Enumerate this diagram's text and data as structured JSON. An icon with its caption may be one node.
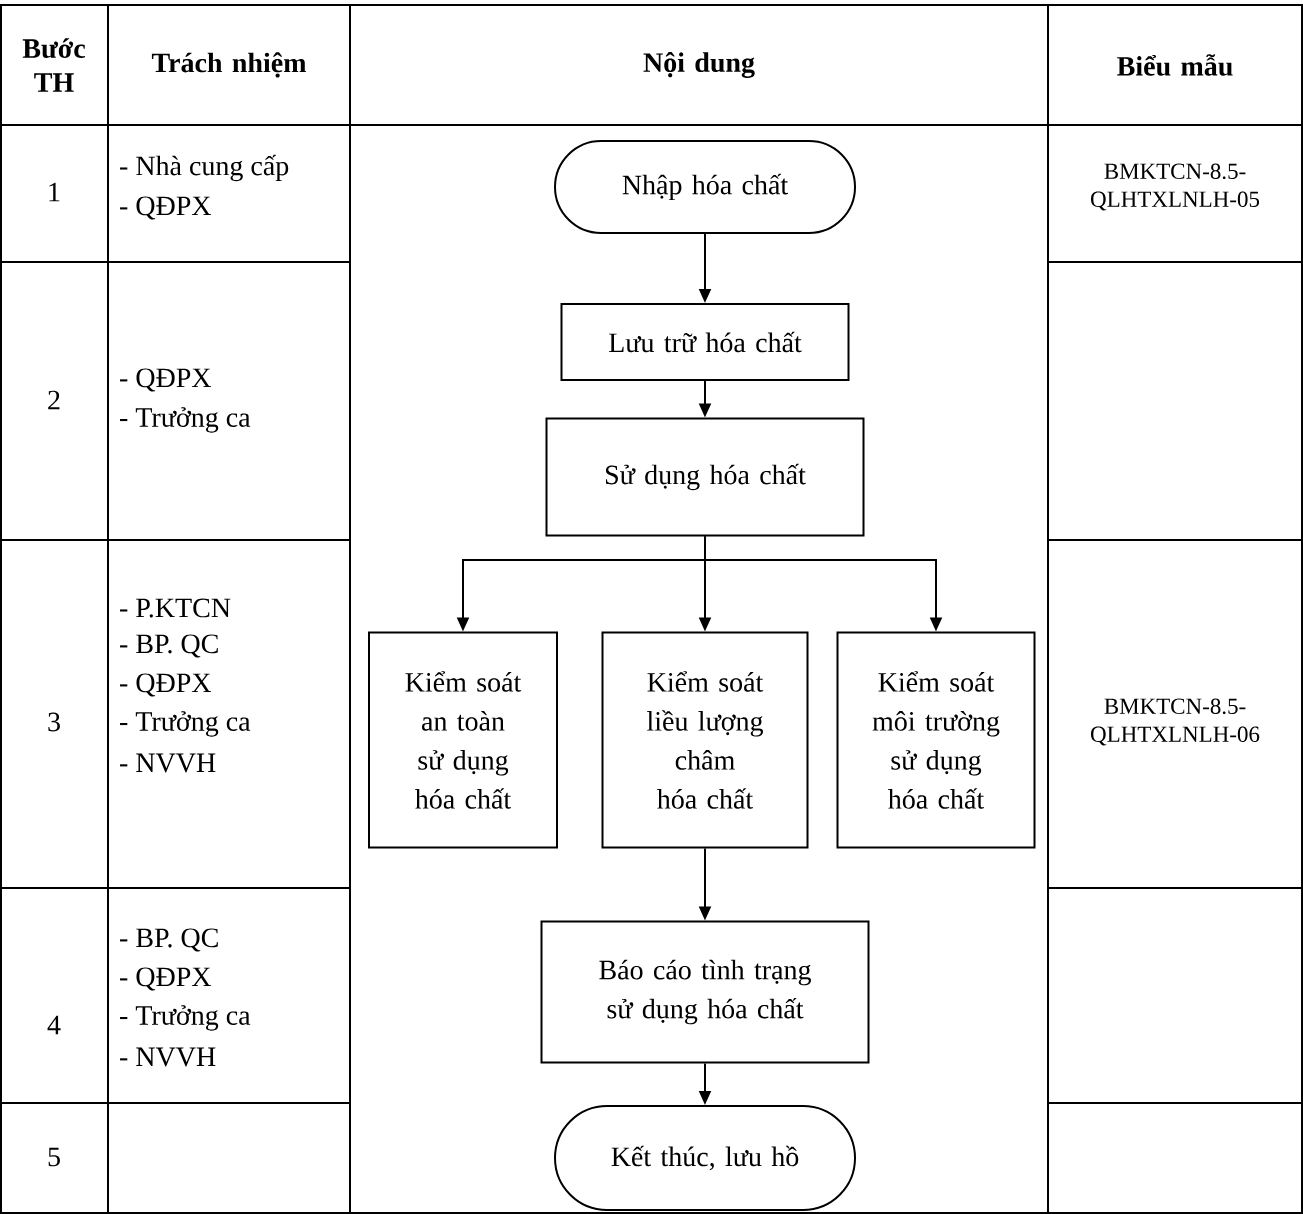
{
  "diagram": {
    "nodes": [
      {
        "text": [
          "Nhập hóa chất"
        ]
      },
      {
        "text": [
          "Lưu trữ hóa chất"
        ]
      },
      {
        "text": [
          "Sử dụng hóa chất"
        ]
      },
      {
        "text": [
          "Kiểm soát an toàn sử dụng hóa chất"
        ]
      },
      {
        "text": [
          "Kiểm soát liều lượng châm hóa chất"
        ]
      },
      {
        "text": [
          "Kiểm soát môi trường sử dụng hóa chất"
        ]
      },
      {
        "text": [
          "Báo cáo tình trạng sử dụng hóa chất"
        ]
      },
      {
        "text": [
          "Kết thúc, lưu hồ"
        ]
      }
    ],
    "edges": [
      {
        "from": 0,
        "to": 1,
        "arrow": "to"
      },
      {
        "from": 1,
        "to": 2,
        "arrow": "to"
      },
      {
        "from": 2,
        "to": 3,
        "arrow": "to"
      },
      {
        "from": 2,
        "to": 4,
        "arrow": "to"
      },
      {
        "from": 2,
        "to": 5,
        "arrow": "to"
      },
      {
        "from": 4,
        "to": 6,
        "arrow": "to"
      },
      {
        "from": 6,
        "to": 7,
        "arrow": "to"
      }
    ],
    "labels": [
      "Bước TH",
      "Trách nhiệm",
      "Nội dung",
      "Biểu mẫu",
      "1",
      "- Nhà cung cấp",
      "- QĐPX",
      "BMKTCN-8.5- QLHTXLNLH-05",
      "2",
      "- QĐPX",
      "- Trưởng ca",
      "3",
      "- P.KTCN",
      "- BP. QC",
      "- QĐPX",
      "- Trưởng ca",
      "- NVVH",
      "BMKTCN-8.5- QLHTXLNLH-06",
      "4",
      "- BP. QC",
      "- QĐPX",
      "- Trưởng ca",
      "- NVVH",
      "5"
    ]
  }
}
